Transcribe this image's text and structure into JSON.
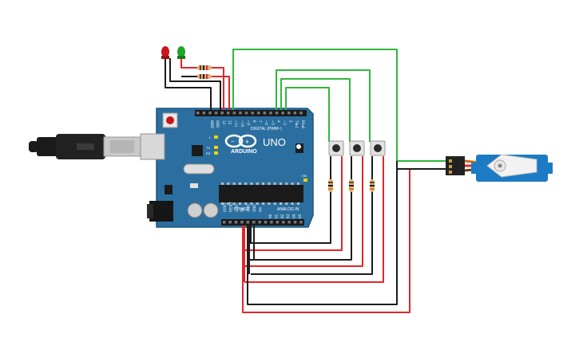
{
  "board": {
    "brand": "ARDUINO",
    "model": "UNO",
    "digital_label": "DIGITAL (PWM~)",
    "power_label": "POWER",
    "analog_label": "ANALOG IN",
    "tx_label": "TX",
    "rx_label": "RX",
    "l_label": "L",
    "on_label": "ON",
    "aref_label": "AREF",
    "gnd_label": "GND",
    "digital_pins": [
      "13",
      "12",
      "~11",
      "~10",
      "~9",
      "8",
      "7",
      "~6",
      "~5",
      "4",
      "~3",
      "2",
      "TX▸1",
      "RX◂0"
    ],
    "power_pins": [
      "IOREF",
      "RESET",
      "3.3V",
      "5V",
      "GND",
      "GND",
      "Vin"
    ],
    "analog_pins": [
      "A0",
      "A1",
      "A2",
      "A3",
      "A4",
      "A5"
    ]
  },
  "colors": {
    "board": "#2b6fa0",
    "board_edge": "#1d5580",
    "wire_red": "#e0272a",
    "wire_black": "#1c1c1c",
    "wire_green": "#2fb83a",
    "led_red": "#c8141a",
    "led_green": "#1fa52c",
    "servo_body": "#1b7bc4"
  },
  "components": {
    "leds": [
      "red-led",
      "green-led"
    ],
    "buttons": 3,
    "resistors": 5,
    "servo": "micro-servo",
    "usb_cable": "usb-b-cable",
    "power_jack": "dc-barrel-jack"
  }
}
